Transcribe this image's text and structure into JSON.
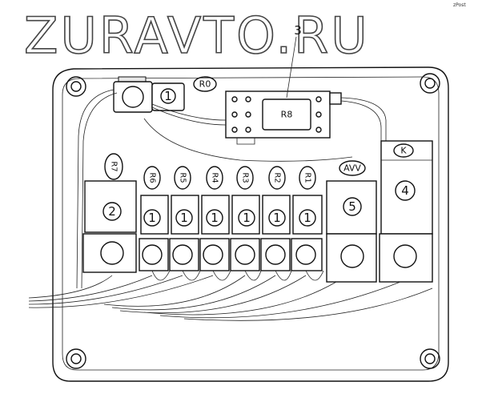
{
  "watermark": "ZURAVTO.RU",
  "corner_mark": "zPost",
  "callouts": {
    "c1": "1",
    "c2": "2",
    "c3": "3",
    "c4": "4",
    "c5": "5"
  },
  "relay_labels": {
    "top": "R0",
    "relay_chip": "R8",
    "k": "K",
    "avv": "AVV",
    "p1": "R7",
    "p2": "R6",
    "p3": "R5",
    "p4": "R4",
    "p5": "R3",
    "p6": "R2",
    "p7": "R1"
  },
  "colors": {
    "line": "#111111",
    "background": "#ffffff"
  }
}
